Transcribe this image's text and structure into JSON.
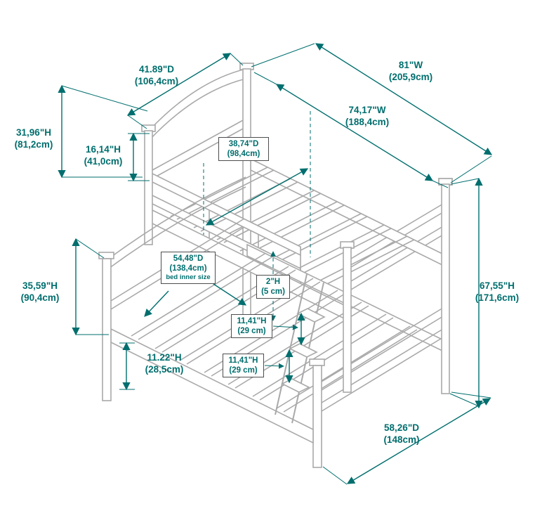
{
  "colors": {
    "dimension": "#006e6e",
    "line_art": "#a9a9a9",
    "box_border": "#4d4d4d",
    "background": "#ffffff"
  },
  "labels": {
    "upper_depth": {
      "line1": "41.89\"D",
      "line2": "(106,4cm)"
    },
    "overall_width": {
      "line1": "81\"W",
      "line2": "(205,9cm)"
    },
    "inner_width": {
      "line1": "74,17\"W",
      "line2": "(188,4cm)"
    },
    "left_height": {
      "line1": "31,96\"H",
      "line2": "(81,2cm)"
    },
    "rail_height": {
      "line1": "16,14\"H",
      "line2": "(41,0cm)"
    },
    "upper_inner_depth": {
      "line1": "38,74\"D",
      "line2": "(98,4cm)"
    },
    "total_height": {
      "line1": "67,55\"H",
      "line2": "(171,6cm)"
    },
    "lower_height": {
      "line1": "35,59\"H",
      "line2": "(90,4cm)"
    },
    "bed_inner_size": {
      "line1": "54,48\"D",
      "line2": "(138,4cm)",
      "line3": "bed inner size"
    },
    "mattress_gap": {
      "line1": "2\"H",
      "line2": "(5 cm)"
    },
    "step_height_upper": {
      "line1": "11,41\"H",
      "line2": "(29 cm)"
    },
    "step_height_lower": {
      "line1": "11,41\"H",
      "line2": "(29 cm)"
    },
    "base_height": {
      "line1": "11.22\"H",
      "line2": "(28,5cm)"
    },
    "base_depth": {
      "line1": "58,26\"D",
      "line2": "(148cm)"
    }
  }
}
